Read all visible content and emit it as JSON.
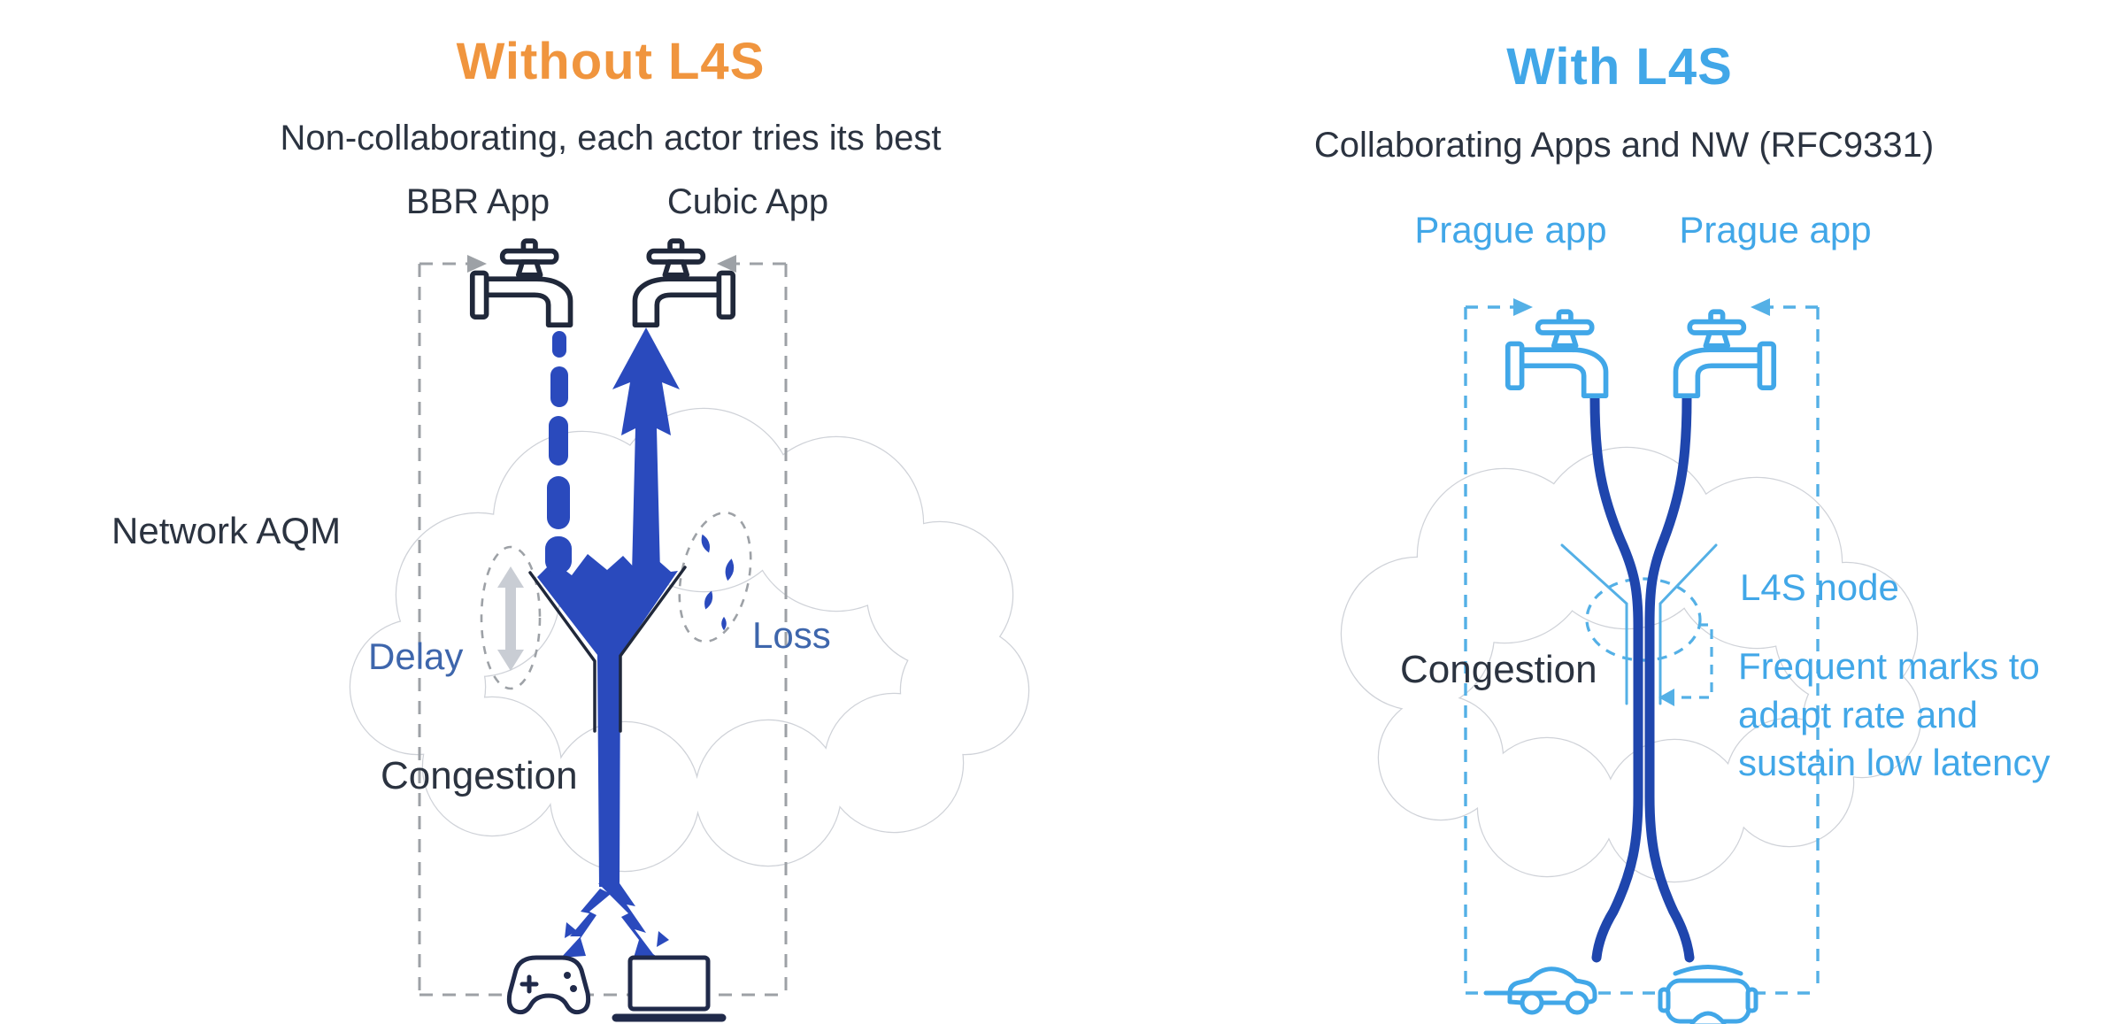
{
  "left": {
    "title": "Without L4S",
    "subtitle": "Non-collaborating, each actor tries its best",
    "bbr_label": "BBR App",
    "cubic_label": "Cubic App",
    "network_aqm": "Network AQM",
    "delay": "Delay",
    "loss": "Loss",
    "congestion": "Congestion"
  },
  "right": {
    "title": "With L4S",
    "subtitle": "Collaborating Apps and NW (RFC9331)",
    "prague_labels": [
      "Prague app",
      "Prague app"
    ],
    "congestion": "Congestion",
    "l4s_node": "L4S node",
    "marks_note": "Frequent marks to adapt rate and sustain low latency"
  },
  "icons": {
    "left": [
      "faucet-icon",
      "faucet-icon",
      "game-controller-icon",
      "laptop-icon"
    ],
    "right": [
      "faucet-icon",
      "faucet-icon",
      "car-icon",
      "vr-headset-icon"
    ]
  },
  "colors": {
    "orange": "#F0953E",
    "light_blue": "#41A7E8",
    "dash_blue": "#54B0E6",
    "stream_blue": "#2A4ABD",
    "stream_blue_right": "#1F46AD",
    "dark_text": "#2B3340",
    "label_blue": "#3E66AC",
    "gray": "#9DA1A6",
    "arrow_gray": "#C9CDD4",
    "cloud_gray": "#CFD2D8"
  }
}
